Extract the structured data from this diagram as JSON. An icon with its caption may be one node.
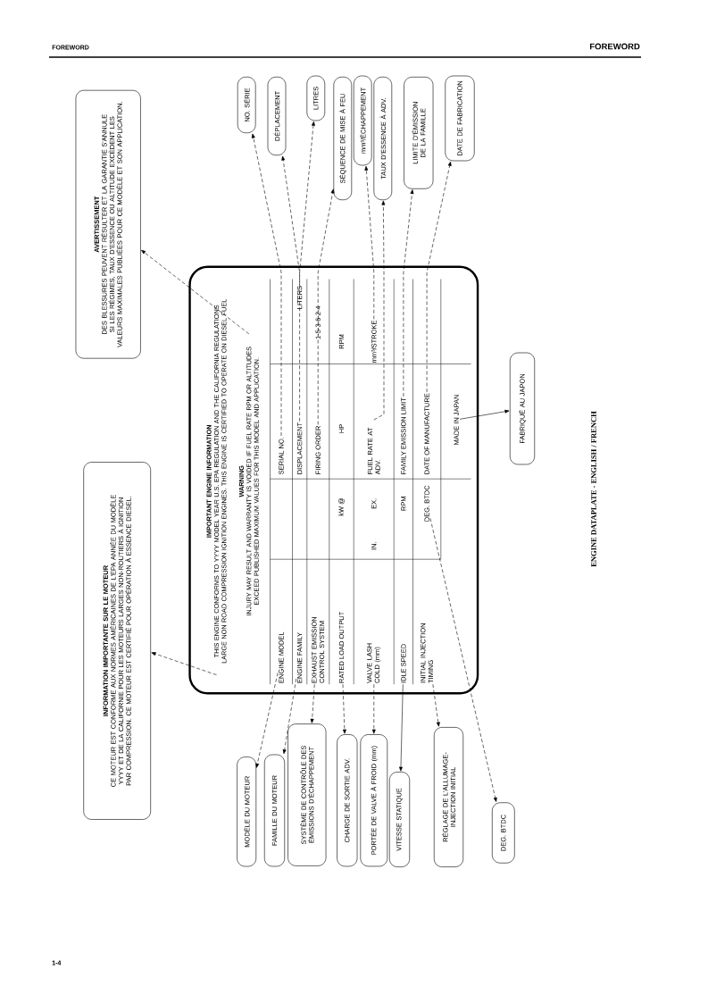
{
  "diagram": {
    "caption": "ENGINE DATAPLATE - ENGLISH / FRENCH",
    "nodes": [
      {
        "text": [],
        "shape": "box"
      },
      {
        "text": [
          "IMPORTANT ENGINE INFORMATION",
          "THIS ENGINE CONFORMS TO YYYY MODEL YEAR U.S. EPA REGULATION AND THE CALIFORNIA REGULATIONS LARGE NON ROAD COMPRESSION IGNITION ENGINES. THIS ENGINE IS CERTIFIED TO OPERATE ON DIESEL FUEL"
        ],
        "in": 0
      },
      {
        "text": [
          "WARNING",
          "INJURY MAY RESULT AND WARRANTY IS VOIDED IF FUEL RATE RPM OR ALTITUDES EXCEED PUBLISHED MAXIMUM VALUES FOR THIS MODEL AND APPLICATION."
        ],
        "in": 0
      },
      {
        "text": [
          "ENGINE MODEL"
        ],
        "in": 0
      },
      {
        "text": [
          "SERIAL NO."
        ],
        "in": 0
      },
      {
        "text": [
          "ENGINE FAMILY"
        ],
        "in": 0
      },
      {
        "text": [
          "DISPLACEMENT"
        ],
        "in": 0
      },
      {
        "text": [
          "LITERS"
        ],
        "in": 0
      },
      {
        "text": [
          "EXHAUST EMISSION CONTROL SYSTEM"
        ],
        "in": 0
      },
      {
        "text": [
          "FIRING ORDER"
        ],
        "in": 0
      },
      {
        "text": [
          "RATED LOAD OUTPUT"
        ],
        "in": 0
      },
      {
        "text": [
          "VALVE LASH COLD (mm)"
        ],
        "in": 0
      },
      {
        "text": [
          "FUEL RATE AT ADV."
        ],
        "in": 0
      },
      {
        "text": [
          "mm³/STROKE"
        ],
        "in": 0
      },
      {
        "text": [
          "IDLE SPEED"
        ],
        "in": 0
      },
      {
        "text": [
          "FAMILY EMISSION LIMIT"
        ],
        "in": 0
      },
      {
        "text": [
          "INITIAL INJECTION TIMING"
        ],
        "in": 0
      },
      {
        "text": [
          "DEG. BTDC"
        ],
        "in": 0
      },
      {
        "text": [
          "DATE OF MANUFACTURE"
        ],
        "in": 0
      },
      {
        "text": [
          "MADE IN JAPAN"
        ],
        "in": 0
      },
      {
        "text": [
          "AVERTISSEMENT",
          "DES BLESSURES PEUVENT RÉSULTER ET LA GARANTIE S'ANNULE SI LES RÉGIMES, TAUX D'ESSENCE OU ALTITUDE EXCÈDENT LES VALEURS MAXIMALES PUBLIÉES POUR CE MODÈLE ET SON APPLICATION."
        ]
      },
      {
        "text": [
          "INFORMATION IMPORTANTE SUR LE MOTEUR",
          "CE MOTEUR EST CONFORME AUX NORMES AMÉRICAINES DE L'EPA ANNÉE DU MODÈLE YYYY ET DE LA CALIFORNIE POUR LES MOTEURS LARGES NON-ROUTIERS À IGNITION PAR COMPRESSION. CE MOTEUR EST CERTIFIÉ POUR OPÉRATION À ESSENCE DIESEL."
        ]
      },
      {
        "text": [
          "NO. SÉRIE"
        ]
      },
      {
        "text": [
          "DÉPLACEMENT"
        ]
      },
      {
        "text": [
          "LITRES"
        ]
      },
      {
        "text": [
          "SÉQUENCE DE MISE À FEU"
        ]
      },
      {
        "text": [
          "mm³/ÉCHAPPEMENT"
        ]
      },
      {
        "text": [
          "TAUX D'ESSENCE À ADV."
        ]
      },
      {
        "text": [
          "LIMITE D'ÉMISSION DE LA FAMILLE"
        ]
      },
      {
        "text": [
          "DATE DE FABRICATION"
        ]
      },
      {
        "text": [
          "MODÈLE DU MOTEUR"
        ]
      },
      {
        "text": [
          "FAMILLE DU MOTEUR"
        ]
      },
      {
        "text": [
          "SYSTÈME DE CONTRÔLE DES ÉMISSIONS D'ÉCHAPPEMENT"
        ]
      },
      {
        "text": [
          "CHARGE DE SORTIE ADV."
        ]
      },
      {
        "text": [
          "PORTÉE DE VALVE À FROID (mm)"
        ]
      },
      {
        "text": [
          "VITESSE STATIQUE"
        ]
      },
      {
        "text": [
          "RÉGLAGE DE L'ALLUMAGE-INJECTION INITIAL"
        ]
      },
      {
        "text": [
          "DEG. BTDC"
        ]
      },
      {
        "text": [
          "FABRIQUÉ AU JAPON"
        ]
      }
    ],
    "edges": [
      {
        "from": 2,
        "to": 20,
        "arrow": "to",
        "style": "dashed"
      },
      {
        "from": 1,
        "to": 21,
        "arrow": "to",
        "style": "dashed"
      },
      {
        "from": 4,
        "to": 22,
        "arrow": "to",
        "style": "dashed"
      },
      {
        "from": 6,
        "to": 23,
        "arrow": "to",
        "style": "dashed"
      },
      {
        "from": 7,
        "to": 24,
        "arrow": "to",
        "style": "dashed"
      },
      {
        "from": 9,
        "to": 25,
        "arrow": "to",
        "style": "dashed"
      },
      {
        "from": 13,
        "to": 26,
        "arrow": "to",
        "style": "dashed"
      },
      {
        "from": 12,
        "to": 27,
        "arrow": "to",
        "style": "dashed"
      },
      {
        "from": 15,
        "to": 28,
        "arrow": "to",
        "style": "dashed"
      },
      {
        "from": 18,
        "to": 29,
        "arrow": "to",
        "style": "dashed"
      },
      {
        "from": 3,
        "to": 30,
        "arrow": "to",
        "style": "dashed"
      },
      {
        "from": 5,
        "to": 31,
        "arrow": "to",
        "style": "dashed"
      },
      {
        "from": 8,
        "to": 32,
        "arrow": "to",
        "style": "dashed"
      },
      {
        "from": 10,
        "to": 33,
        "arrow": "to",
        "style": "dashed"
      },
      {
        "from": 11,
        "to": 34,
        "arrow": "to",
        "style": "dashed"
      },
      {
        "from": 14,
        "to": 35,
        "arrow": "to"
      },
      {
        "from": 16,
        "to": 36,
        "arrow": "to",
        "style": "dashed"
      },
      {
        "from": 17,
        "to": 37,
        "arrow": "to",
        "style": "dashed"
      },
      {
        "from": 19,
        "to": 38,
        "arrow": "to"
      }
    ],
    "labels": [
      "FOREWORD",
      "FOREWORD",
      "1-5-3-6-2-4",
      "kW @",
      "HP",
      "RPM",
      "IN.",
      "EX.",
      "RPM",
      "1-4"
    ]
  }
}
